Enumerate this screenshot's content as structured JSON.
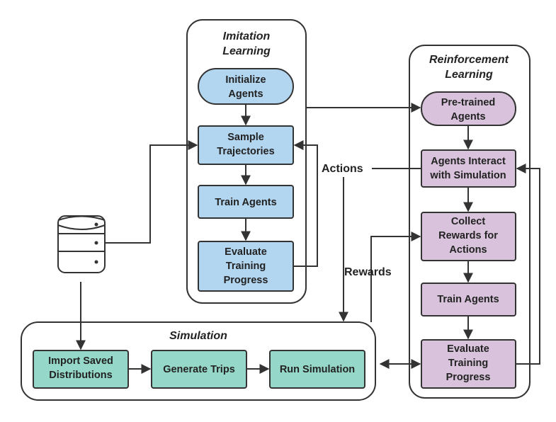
{
  "imitation": {
    "title": [
      "Imitation",
      "Learning"
    ],
    "initialize": [
      "Initialize",
      "Agents"
    ],
    "sample": [
      "Sample",
      "Trajectories"
    ],
    "train": [
      "Train Agents"
    ],
    "evaluate": [
      "Evaluate",
      "Training",
      "Progress"
    ]
  },
  "reinforcement": {
    "title": [
      "Reinforcement",
      "Learning"
    ],
    "pretrained": [
      "Pre-trained",
      "Agents"
    ],
    "interact": [
      "Agents Interact",
      "with Simulation"
    ],
    "collect": [
      "Collect",
      "Rewards for",
      "Actions"
    ],
    "train": [
      "Train Agents"
    ],
    "evaluate": [
      "Evaluate",
      "Training",
      "Progress"
    ]
  },
  "simulation": {
    "title": [
      "Simulation"
    ],
    "import": [
      "Import Saved",
      "Distributions"
    ],
    "generate": [
      "Generate Trips"
    ],
    "run": [
      "Run Simulation"
    ]
  },
  "edges": {
    "actions": "Actions",
    "rewards": "Rewards"
  },
  "colors": {
    "imitation_node": "#b3d6f0",
    "reinforcement_node": "#d9c3dc",
    "simulation_node": "#95d8c9"
  }
}
